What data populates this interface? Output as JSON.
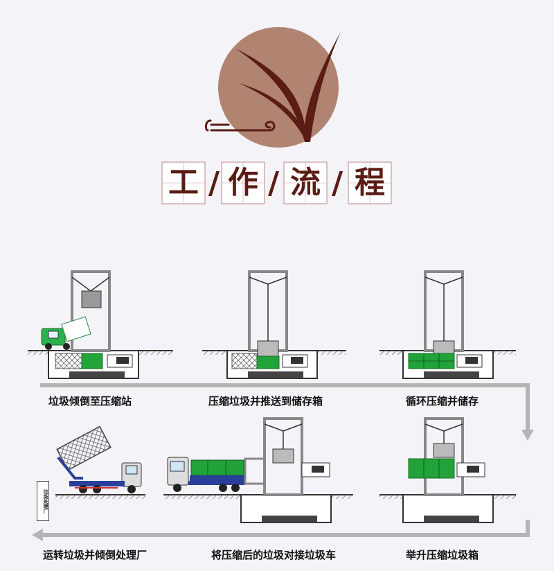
{
  "header": {
    "title_chars": [
      "工",
      "作",
      "流",
      "程"
    ],
    "separator": "/"
  },
  "steps": [
    {
      "label": "垃圾倾倒至压缩站"
    },
    {
      "label": "压缩垃圾并推送到储存箱"
    },
    {
      "label": "循环压缩并储存"
    },
    {
      "label": "举升压缩垃圾箱"
    },
    {
      "label": "将压缩后的垃圾对接垃圾车"
    },
    {
      "label": "运转垃圾并倾倒处理厂"
    }
  ],
  "facility_sign": "垃圾处理厂",
  "colors": {
    "logo_circle": "#b08470",
    "logo_stroke": "#5a1c14",
    "title": "#5a1c14",
    "flow_arrow": "#b5b5b5",
    "garbage_green": "#22a33a",
    "truck_blue": "#2a3f9a",
    "frame_gray": "#888888"
  }
}
